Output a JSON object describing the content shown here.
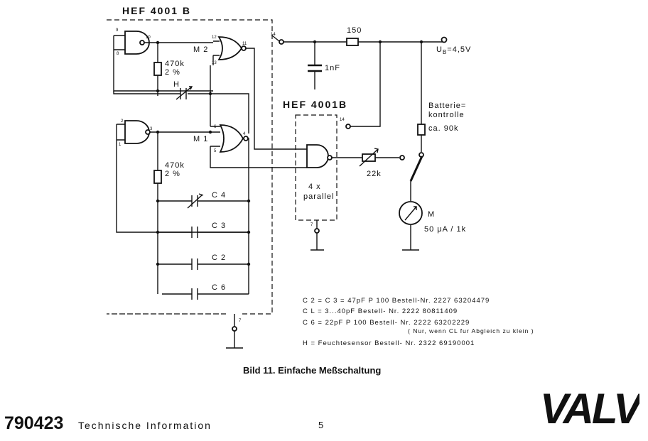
{
  "ic_left": "HEF 4001 B",
  "ic_right": "HEF 4001B",
  "gate_labels": {
    "m2": "M 2",
    "m1": "M 1"
  },
  "pins": {
    "p9": "9",
    "p8": "8",
    "p10": "10",
    "p12": "12",
    "p13": "13",
    "p11": "11",
    "p2": "2",
    "p1": "1",
    "p3": "3",
    "p6": "6",
    "p5": "5",
    "p4": "4",
    "p14a": "14",
    "p14b": "14",
    "p7a": "7",
    "p7b": "7"
  },
  "components": {
    "r470_top": "470k",
    "r470_top_tol": "2 %",
    "cap_h": "H",
    "r470_mid": "470k",
    "r470_mid_tol": "2 %",
    "c4": "C 4",
    "c3": "C 3",
    "c2": "C 2",
    "c6": "C 6",
    "r150": "150",
    "c1nf": "1nF",
    "vb": "U",
    "vb_sub": "B",
    "vb_val": "=4,5V",
    "batt_label_1": "Batterie=",
    "batt_label_2": "kontrolle",
    "batt_label_3": "ca. 90k",
    "pot": "22k",
    "parallel_1": "4 x",
    "parallel_2": "parallel",
    "meter": "M",
    "meter_val": "50 μA / 1k"
  },
  "notes": [
    "C 2 = C 3 = 47pF P 100  Bestell-Nr. 2227 63204479",
    "C  L = 3...40pF          Bestell- Nr. 2222 80811409",
    "C  6 = 22pF        P 100  Bestell- Nr. 2222 63202229",
    "( Nur, wenn CL fur Abgleich zu klein )",
    "H   =   Feuchtesensor       Bestell- Nr. 2322 69190001"
  ],
  "caption": "Bild 11. Einfache Meßschaltung",
  "footer": {
    "number": "790423",
    "text": "Technische Information",
    "page": "5"
  },
  "logo": "VALVO"
}
